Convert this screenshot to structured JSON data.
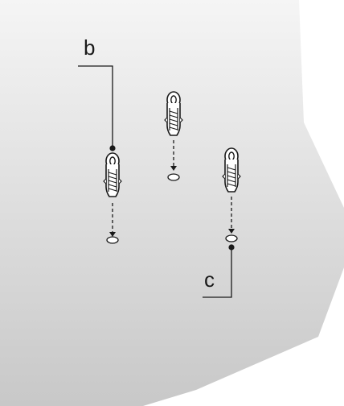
{
  "figure": {
    "callouts": {
      "b": "b",
      "c": "c"
    },
    "anchors": [
      {
        "id": "left"
      },
      {
        "id": "middle"
      },
      {
        "id": "right"
      }
    ],
    "colors": {
      "wall_light": "#f4f4f4",
      "wall_dark": "#c9c9c9",
      "line": "#1a1a1a"
    }
  }
}
